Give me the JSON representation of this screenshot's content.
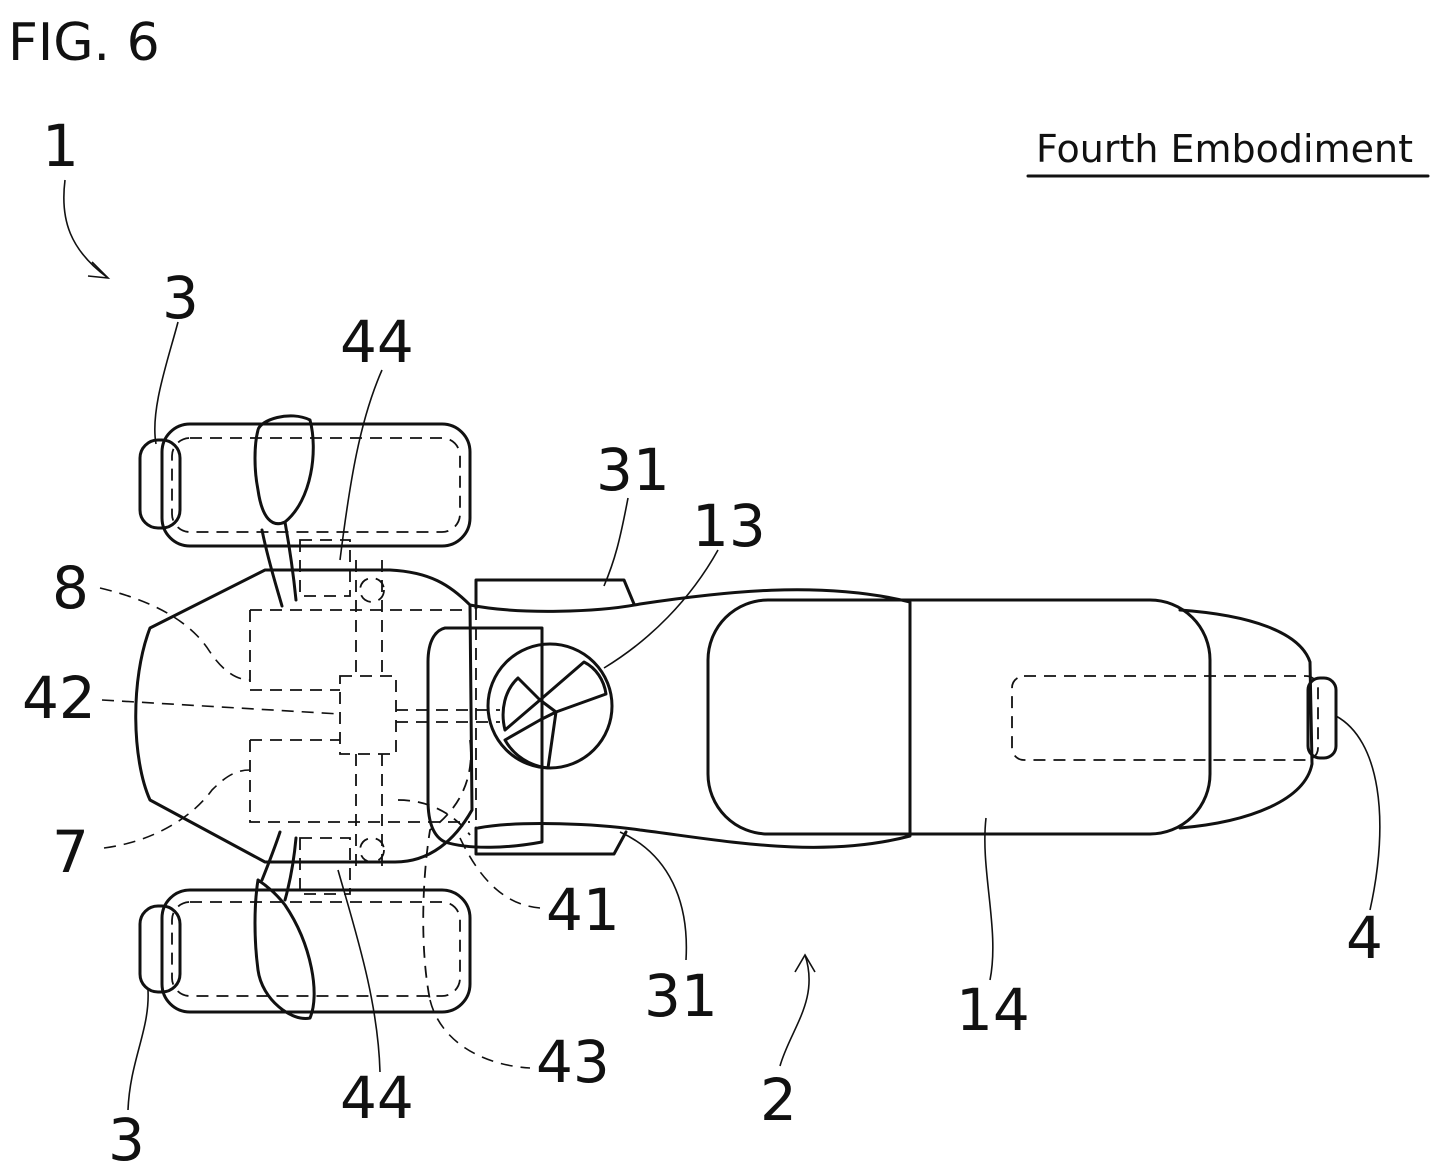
{
  "figure": {
    "title": "FIG. 6",
    "embodiment": "Fourth Embodiment"
  },
  "labels": {
    "ref_1": "1",
    "ref_2": "2",
    "ref_3_top": "3",
    "ref_3_bottom": "3",
    "ref_4": "4",
    "ref_7": "7",
    "ref_8": "8",
    "ref_13": "13",
    "ref_14": "14",
    "ref_31_top": "31",
    "ref_31_bottom": "31",
    "ref_41": "41",
    "ref_42": "42",
    "ref_43": "43",
    "ref_44_top": "44",
    "ref_44_bottom": "44"
  }
}
